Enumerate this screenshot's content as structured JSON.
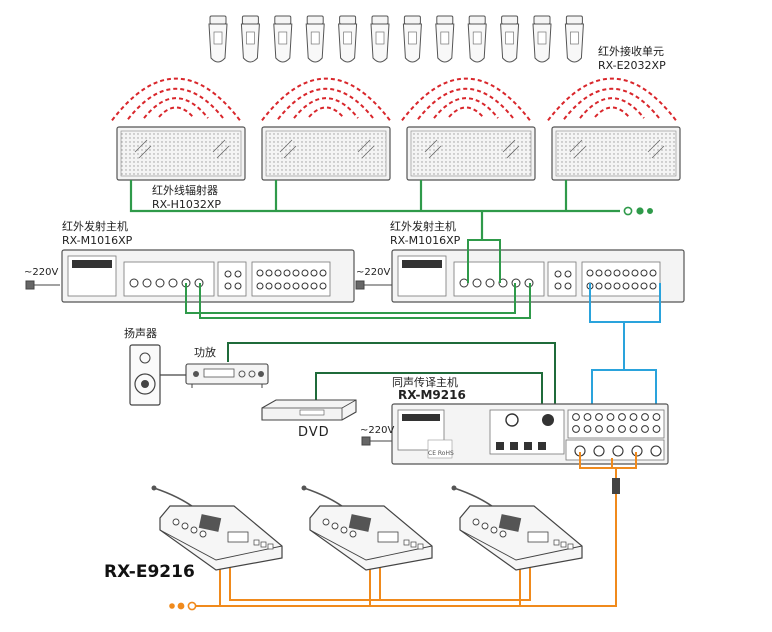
{
  "colors": {
    "wave": "#d9262b",
    "green_line": "#2f9a4a",
    "dark_green_line": "#1f6b3a",
    "blue_line": "#2aa3dc",
    "orange_line": "#f08a1c",
    "device_stroke": "#555555",
    "device_fill": "#f4f4f4"
  },
  "icons": {
    "receiver": "infrared-receiver-icon",
    "radiator": "infrared-radiator-panel",
    "speaker": "loudspeaker-icon",
    "amplifier": "amplifier-icon",
    "dvd": "dvd-player-icon",
    "delegate_unit": "conference-delegate-unit-icon",
    "power_plug": "power-plug-icon"
  },
  "labels": {
    "receiver_unit": "红外接收单元",
    "receiver_model": "RX-E2032XP",
    "radiator": "红外线辐射器",
    "radiator_model": "RX-H1032XP",
    "transmitter_left": "红外发射主机",
    "transmitter_left_model": "RX-M1016XP",
    "transmitter_right": "红外发射主机",
    "transmitter_right_model": "RX-M1016XP",
    "voltage_1": "~220V",
    "voltage_2": "~220V",
    "voltage_3": "~220V",
    "speaker": "扬声器",
    "amplifier": "功放",
    "dvd": "DVD",
    "interpreter_host": "同声传译主机",
    "interpreter_model": "RX-M9216",
    "delegate_model": "RX-E9216",
    "rohs_tag": "CE RoHS"
  },
  "counts": {
    "receivers": 12,
    "radiators": 4,
    "delegate_units": 3
  }
}
